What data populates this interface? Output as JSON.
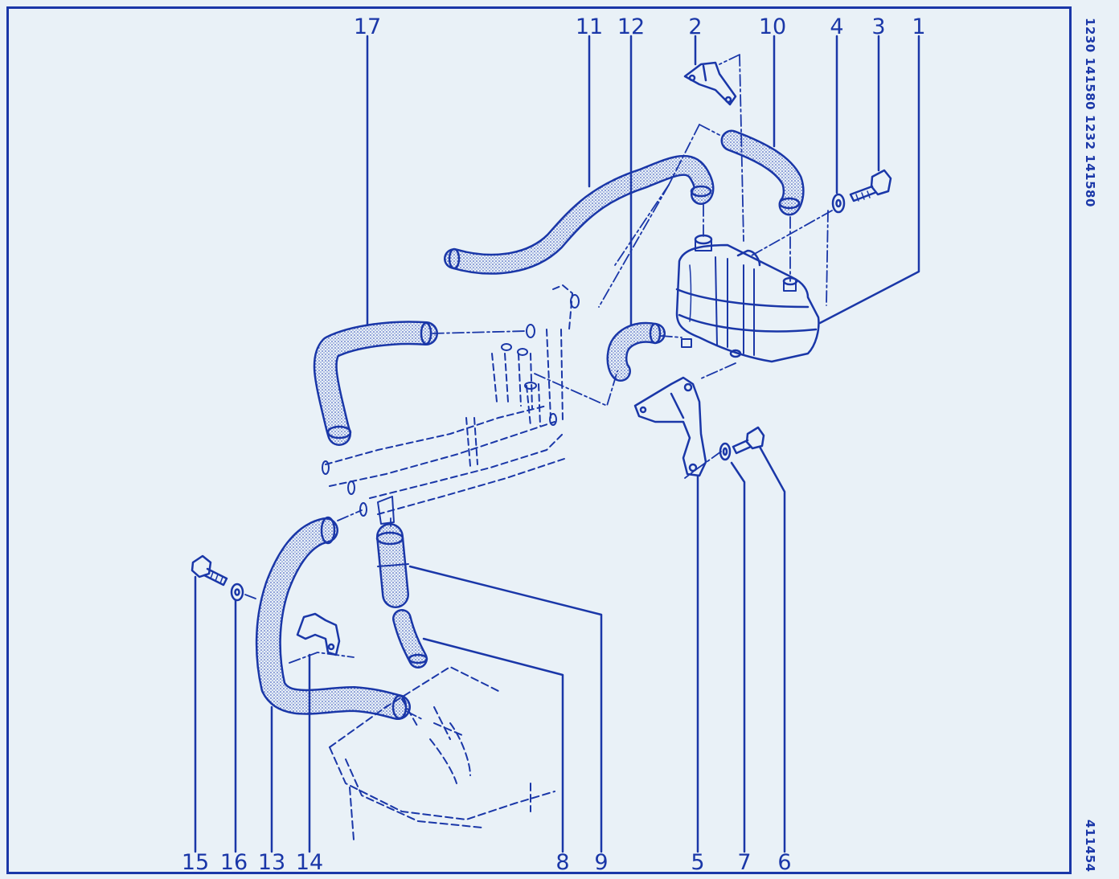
{
  "colors": {
    "ink": "#1a37a8",
    "background": "#e9f1f7",
    "stipple": "#2a45b5"
  },
  "reference_codes": {
    "top": "1230 141580 1232 141580",
    "bottom": "411454"
  },
  "callouts": {
    "c1": "1",
    "c2": "2",
    "c3": "3",
    "c4": "4",
    "c5": "5",
    "c6": "6",
    "c7": "7",
    "c8": "8",
    "c9": "9",
    "c10": "10",
    "c11": "11",
    "c12": "12",
    "c13": "13",
    "c14": "14",
    "c15": "15",
    "c16": "16",
    "c17": "17"
  }
}
